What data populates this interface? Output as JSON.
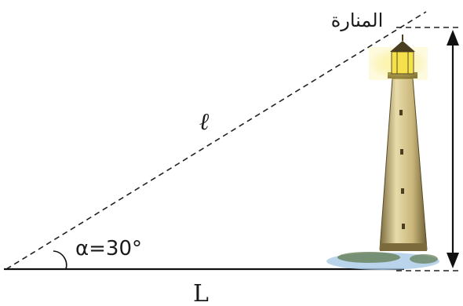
{
  "labels": {
    "title": "المنارة",
    "hypotenuse": "ℓ",
    "angle": "α=30°",
    "base": "L"
  },
  "colors": {
    "base_label": "#8b1a10",
    "tower_light": "#e4d6a0",
    "tower_dark": "#8a7a4a",
    "lamp_glow": "#f5e14a",
    "sea": "#a9c9e6"
  },
  "icons": {
    "lighthouse": "lighthouse-icon",
    "height_arrow": "double-arrow-vertical-icon",
    "angle_arc": "angle-arc-icon"
  }
}
